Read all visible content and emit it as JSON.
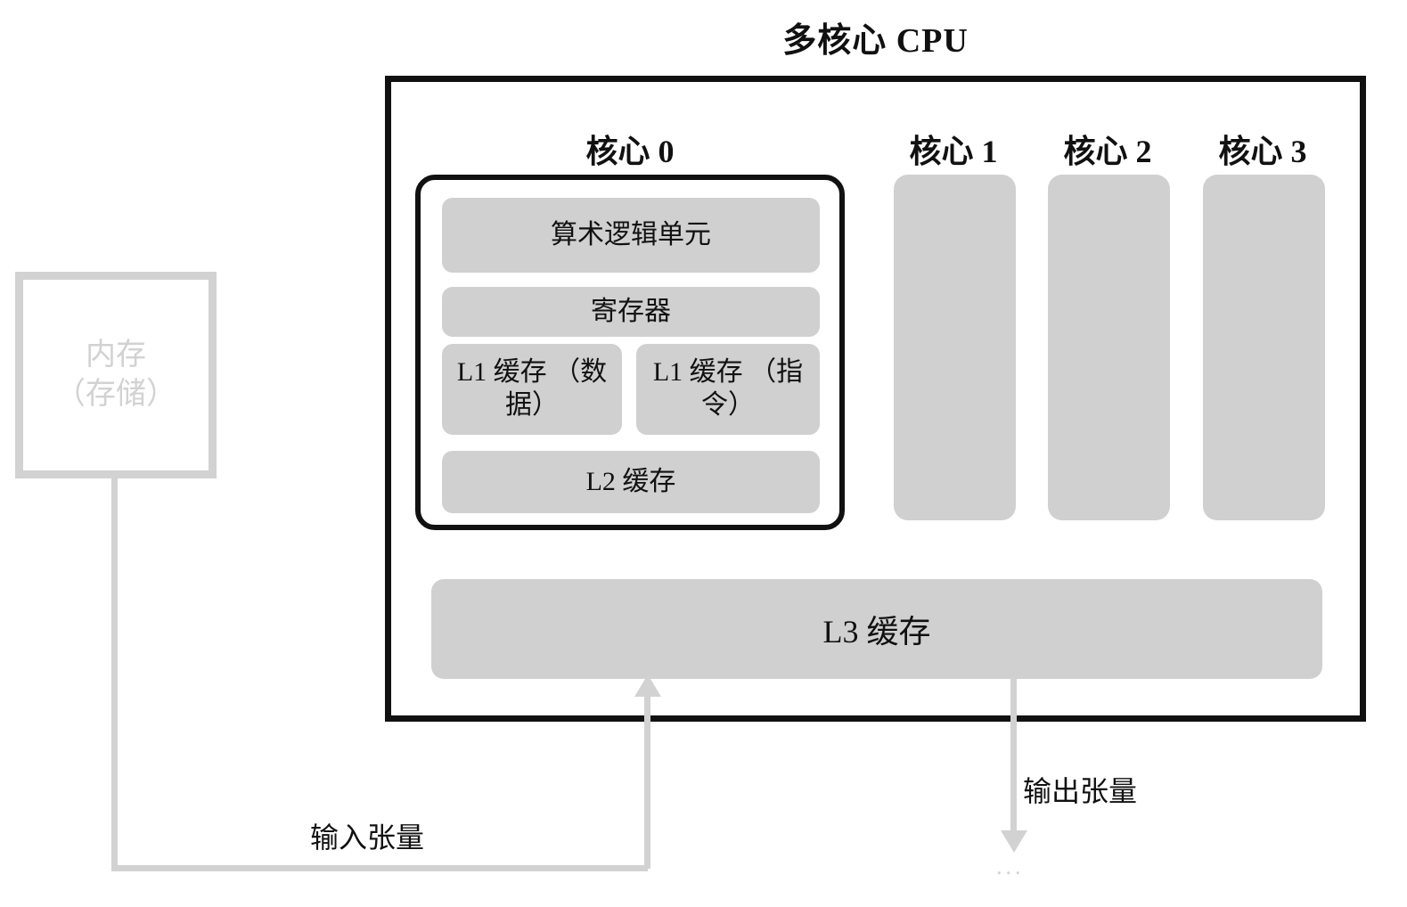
{
  "diagram": {
    "title": "多核心 CPU",
    "cores": [
      {
        "label": "核心 0",
        "detailed": true
      },
      {
        "label": "核心 1",
        "detailed": false
      },
      {
        "label": "核心 2",
        "detailed": false
      },
      {
        "label": "核心 3",
        "detailed": false
      }
    ],
    "core0_units": [
      {
        "name": "alu",
        "label": "算术逻辑单元"
      },
      {
        "name": "registers",
        "label": "寄存器"
      },
      {
        "name": "l1-cache-data",
        "label": "L1 缓存\n（数据）"
      },
      {
        "name": "l1-cache-instruction",
        "label": "L1 缓存\n（指令）"
      },
      {
        "name": "l2-cache",
        "label": "L2 缓存"
      }
    ],
    "shared_cache": {
      "label": "L3 缓存"
    },
    "memory": {
      "label": "内存\n（存储）"
    },
    "flows": [
      {
        "name": "input-tensor",
        "label": "输入张量",
        "direction": "up"
      },
      {
        "name": "output-tensor",
        "label": "输出张量",
        "direction": "down"
      }
    ],
    "continuation_marker": "...",
    "colors": {
      "unit_fill": "#d0d0d0",
      "cpu_border": "#111111",
      "memory_border": "#d2d2d2",
      "memory_text": "#d2d2d2",
      "wire": "#d2d2d2",
      "text": "#111111",
      "background": "#ffffff"
    }
  }
}
